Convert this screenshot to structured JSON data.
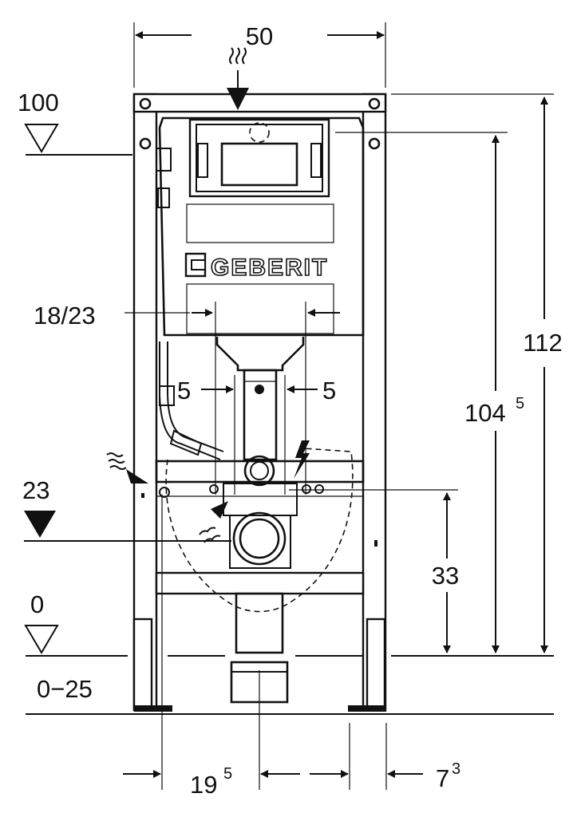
{
  "brand": {
    "logo_text": "GEBERIT"
  },
  "dimensions": {
    "width": "50",
    "height_total": "112",
    "height_actuator_main": "104",
    "height_actuator_sup": "5",
    "drain_height": "33",
    "plate_spacing": "18/23",
    "offset_left": "5",
    "offset_right": "5",
    "frame_to_drain_main": "19",
    "frame_to_drain_sup": "5",
    "depth_main": "7",
    "depth_sup": "3"
  },
  "levels": {
    "top": "100",
    "pipe": "23",
    "floor": "0",
    "floor_range": "0−25"
  }
}
